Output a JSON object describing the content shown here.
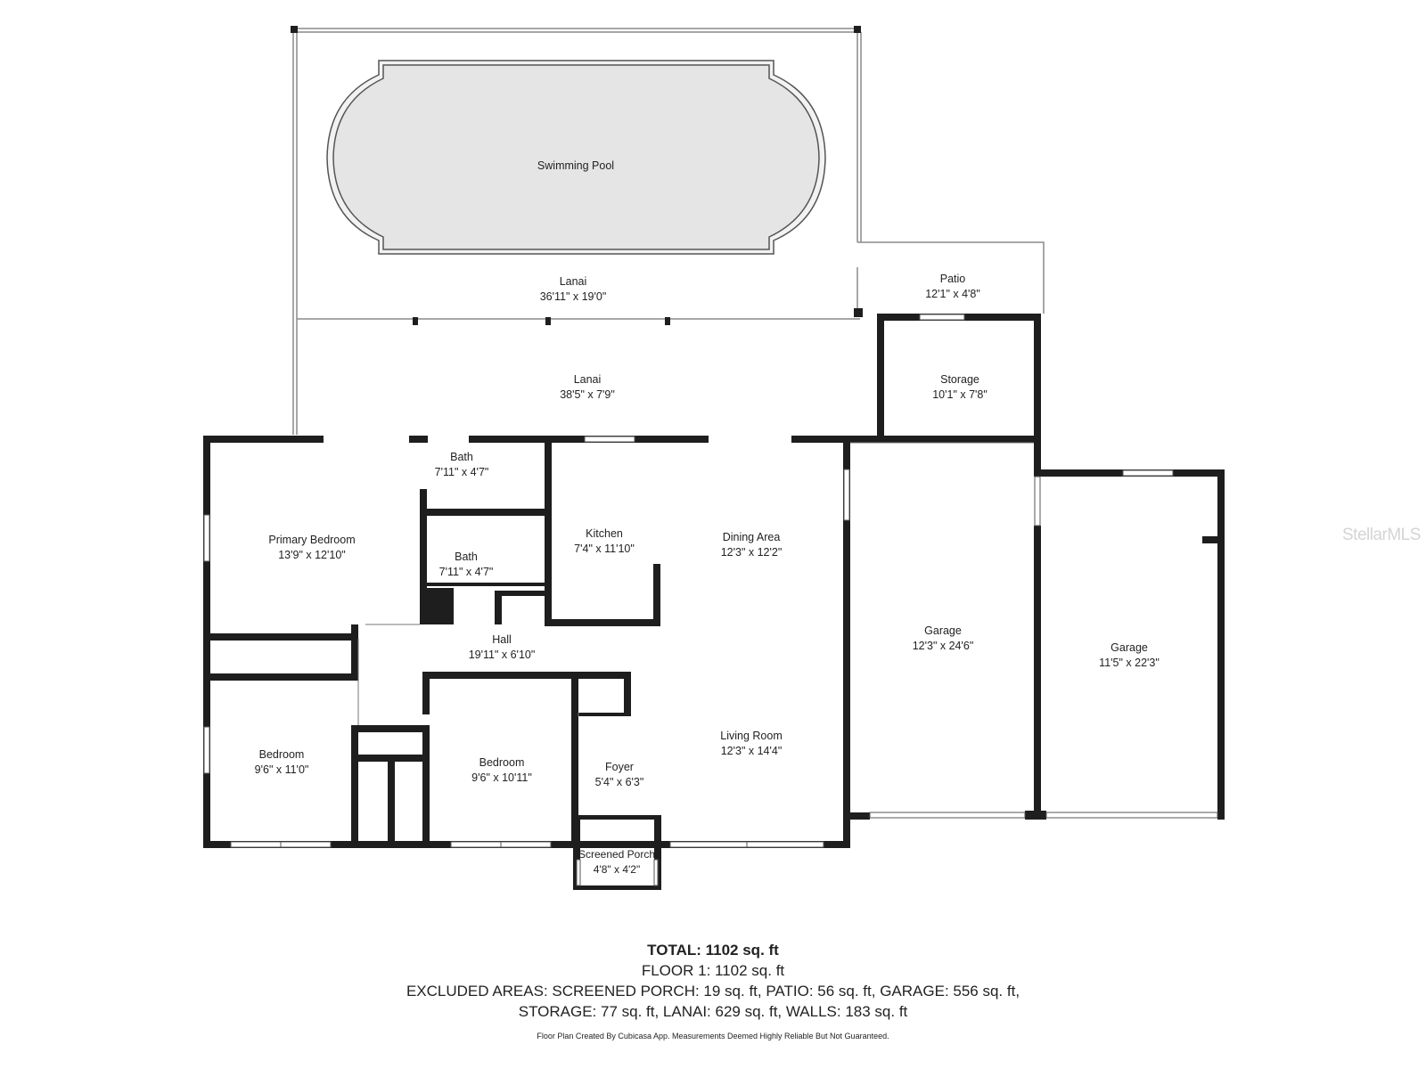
{
  "rooms": {
    "swimming_pool": {
      "name": "Swimming Pool"
    },
    "lanai_upper": {
      "name": "Lanai",
      "dim": "36'11\" x 19'0\""
    },
    "patio": {
      "name": "Patio",
      "dim": "12'1\" x 4'8\""
    },
    "lanai_lower": {
      "name": "Lanai",
      "dim": "38'5\" x 7'9\""
    },
    "storage": {
      "name": "Storage",
      "dim": "10'1\" x 7'8\""
    },
    "bath_upper": {
      "name": "Bath",
      "dim": "7'11\" x 4'7\""
    },
    "bath_lower": {
      "name": "Bath",
      "dim": "7'11\" x 4'7\""
    },
    "primary_bedroom": {
      "name": "Primary Bedroom",
      "dim": "13'9\" x 12'10\""
    },
    "kitchen": {
      "name": "Kitchen",
      "dim": "7'4\" x 11'10\""
    },
    "dining_area": {
      "name": "Dining Area",
      "dim": "12'3\" x 12'2\""
    },
    "garage_left": {
      "name": "Garage",
      "dim": "12'3\" x 24'6\""
    },
    "garage_right": {
      "name": "Garage",
      "dim": "11'5\" x 22'3\""
    },
    "hall": {
      "name": "Hall",
      "dim": "19'11\" x 6'10\""
    },
    "bedroom_left": {
      "name": "Bedroom",
      "dim": "9'6\" x 11'0\""
    },
    "bedroom_middle": {
      "name": "Bedroom",
      "dim": "9'6\" x 10'11\""
    },
    "foyer": {
      "name": "Foyer",
      "dim": "5'4\" x 6'3\""
    },
    "living_room": {
      "name": "Living Room",
      "dim": "12'3\" x 14'4\""
    },
    "screened_porch": {
      "name": "Screened Porch",
      "dim": "4'8\" x 4'2\""
    }
  },
  "summary": {
    "total": "TOTAL: 1102 sq. ft",
    "floor": "FLOOR 1: 1102 sq. ft",
    "excluded_1": "EXCLUDED AREAS: SCREENED PORCH: 19 sq. ft, PATIO: 56 sq. ft, GARAGE: 556 sq. ft,",
    "excluded_2": "STORAGE: 77 sq. ft, LANAI: 629 sq. ft, WALLS: 183 sq. ft",
    "disclaimer": "Floor Plan Created By Cubicasa App. Measurements Deemed Highly Reliable But Not Guaranteed."
  },
  "watermark": "StellarMLS",
  "colors": {
    "wall": "#1e1e1e",
    "pool_fill": "#e5e5e5",
    "thin_line": "#555555"
  }
}
